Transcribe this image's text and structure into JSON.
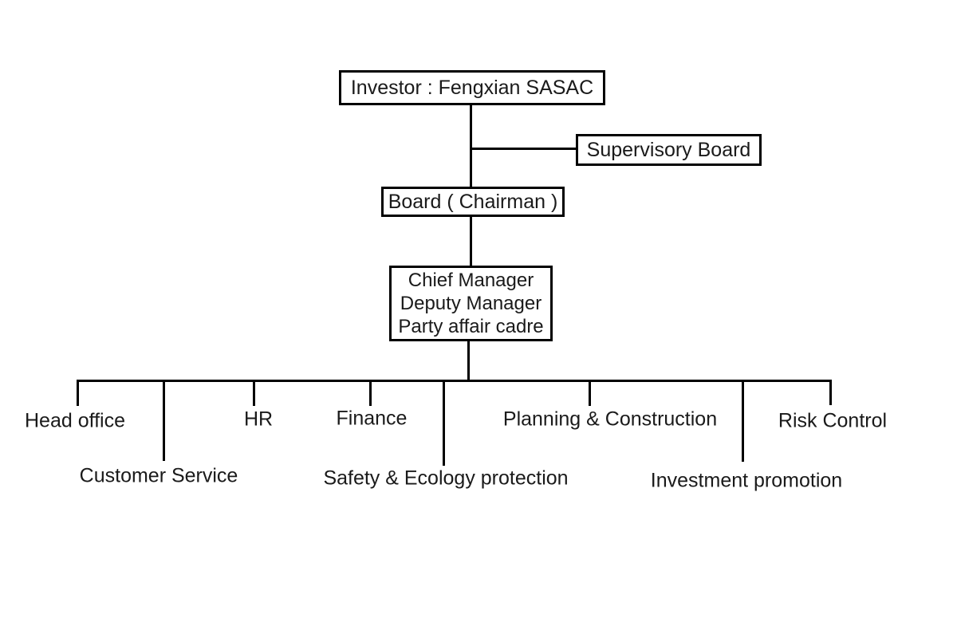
{
  "org_chart": {
    "type": "organization-chart",
    "colors": {
      "line": "#000000",
      "text": "#1a1a1a",
      "box_background": "#ffffff",
      "page_background": "#ffffff"
    },
    "nodes": {
      "investor": "Investor : Fengxian SASAC",
      "supervisory_board": "Supervisory Board",
      "board": "Board ( Chairman )",
      "management": [
        "Chief Manager",
        "Deputy Manager",
        "Party affair cadre"
      ],
      "departments": {
        "head_office": "Head office",
        "customer_service": "Customer Service",
        "hr": "HR",
        "finance": "Finance",
        "safety_ecology": "Safety & Ecology protection",
        "planning_construction": "Planning & Construction",
        "investment_promotion": "Investment promotion",
        "risk_control": "Risk Control"
      }
    },
    "structure": {
      "root": "investor",
      "edges": [
        [
          "investor",
          "supervisory_board"
        ],
        [
          "investor",
          "board"
        ],
        [
          "board",
          "management"
        ],
        [
          "management",
          "head_office"
        ],
        [
          "management",
          "customer_service"
        ],
        [
          "management",
          "hr"
        ],
        [
          "management",
          "finance"
        ],
        [
          "management",
          "safety_ecology"
        ],
        [
          "management",
          "planning_construction"
        ],
        [
          "management",
          "investment_promotion"
        ],
        [
          "management",
          "risk_control"
        ]
      ]
    }
  }
}
